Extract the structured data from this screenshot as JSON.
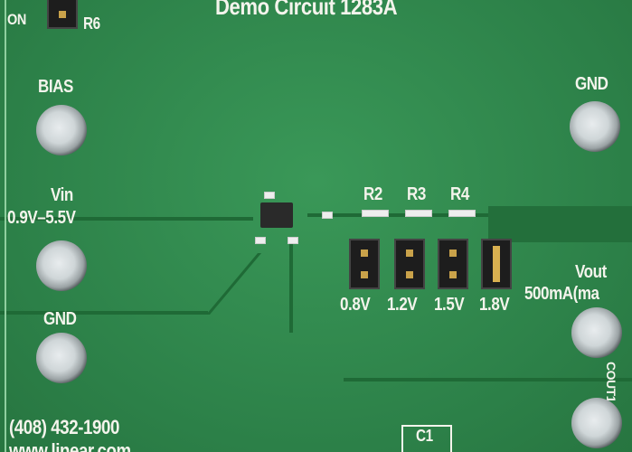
{
  "title": "Demo Circuit 1283A",
  "labels": {
    "on": "ON",
    "r6": "R6",
    "bias": "BIAS",
    "gnd_top": "GND",
    "vin": "Vin",
    "vin_range": "0.9V–5.5V",
    "gnd_left": "GND",
    "r2": "R2",
    "r3": "R3",
    "r4": "R4",
    "v1": "0.8V",
    "v2": "1.2V",
    "v3": "1.5V",
    "v4": "1.8V",
    "vout": "Vout",
    "vout_current": "500mA(ma",
    "cout1": "COUT1",
    "c1": "C1",
    "phone": "(408) 432-1900",
    "web": "www.linear.com"
  }
}
